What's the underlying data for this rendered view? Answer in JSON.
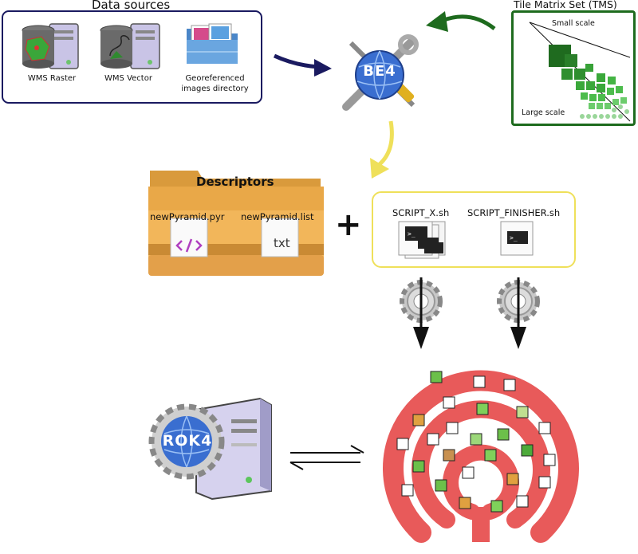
{
  "data_sources": {
    "title": "Data sources",
    "items": [
      {
        "label": "WMS Raster"
      },
      {
        "label": "WMS Vector"
      },
      {
        "label_line1": "Georeferenced",
        "label_line2": "images directory"
      }
    ]
  },
  "be4": {
    "label": "BE4"
  },
  "tms": {
    "title": "Tile Matrix Set (TMS)",
    "small_scale": "Small scale",
    "large_scale": "Large scale"
  },
  "descriptors": {
    "title": "Descriptors",
    "files": [
      {
        "name": "newPyramid.pyr"
      },
      {
        "name": "newPyramid.list",
        "badge": "txt"
      }
    ]
  },
  "plus": "+",
  "scripts": [
    {
      "name": "SCRIPT_X.sh"
    },
    {
      "name": "SCRIPT_FINISHER.sh"
    }
  ],
  "rok4": {
    "label": "ROK4"
  },
  "exchange_symbol": "⇌",
  "colors": {
    "navy": "#1a1a60",
    "green": "#1e6b1e",
    "yellow": "#efe05a",
    "ceph_red": "#e85a5a",
    "folder": "#e8a440"
  }
}
